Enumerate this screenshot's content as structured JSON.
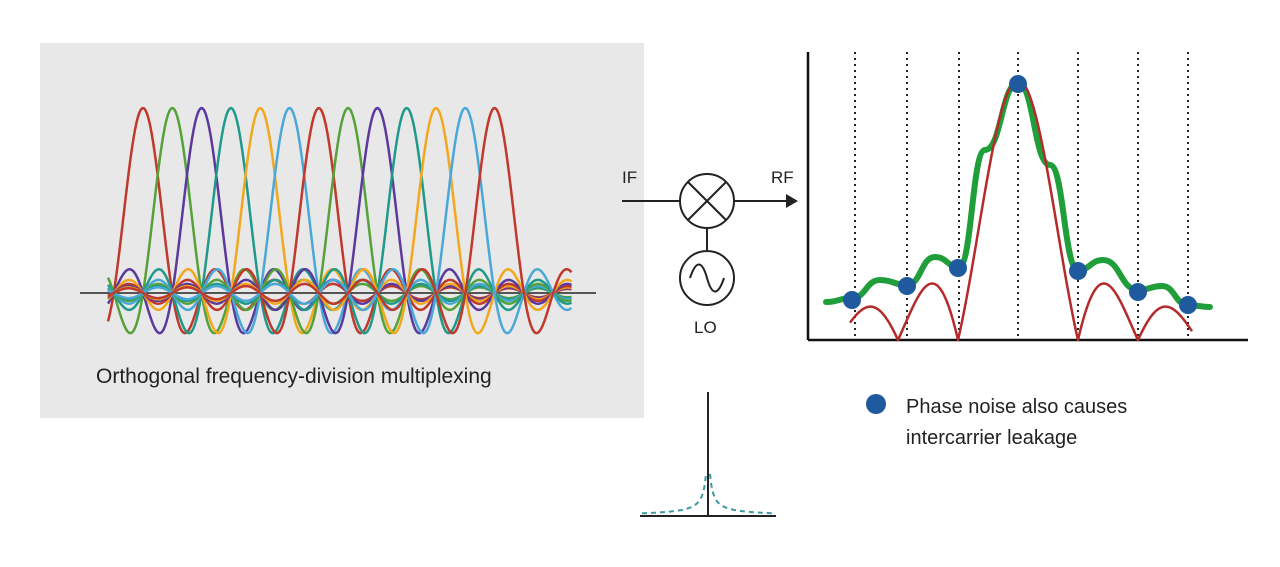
{
  "ofdm": {
    "caption": "Orthogonal frequency-division multiplexing",
    "subcarrier_colors": [
      "#c0392b",
      "#55a13a",
      "#5b3a9e",
      "#1f9a8a",
      "#f2a81d",
      "#4aa8d8"
    ],
    "subcarrier_count": 13
  },
  "mixer": {
    "input_label": "IF",
    "output_label": "RF",
    "oscillator_label": "LO",
    "symbol_icon": "mixer-x-icon",
    "oscillator_icon": "sine-wave-icon"
  },
  "spectrum": {
    "ideal_color": "#b52a2a",
    "noisy_color": "#1f9e3a",
    "marker_color": "#1f5a9e",
    "carrier_lines": 7,
    "gridline_style": "dotted"
  },
  "phase_noise": {
    "curve_color": "#3a9aa0",
    "curve_style": "dashed"
  },
  "legend": {
    "marker_color": "#1f5a9e",
    "text_line1": "Phase noise also causes",
    "text_line2": "intercarrier leakage"
  }
}
